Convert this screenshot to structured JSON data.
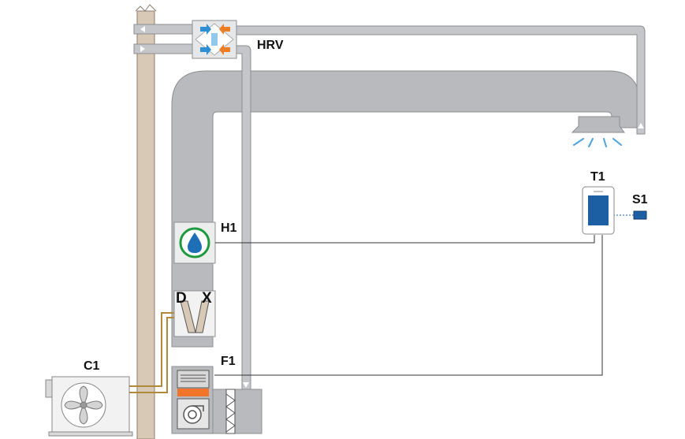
{
  "labels": {
    "hrv": "HRV",
    "t1": "T1",
    "s1": "S1",
    "h1": "H1",
    "d": "D",
    "x": "X",
    "c1": "C1",
    "f1": "F1"
  },
  "components": [
    {
      "id": "hrv",
      "icon": "heat-recovery-ventilator-icon"
    },
    {
      "id": "t1",
      "icon": "thermostat-icon"
    },
    {
      "id": "s1",
      "icon": "outdoor-sensor-icon"
    },
    {
      "id": "h1",
      "icon": "humidifier-water-drop-icon"
    },
    {
      "id": "dx",
      "icon": "dx-evaporator-coil-icon"
    },
    {
      "id": "c1",
      "icon": "condenser-fan-icon"
    },
    {
      "id": "f1",
      "icon": "furnace-blower-icon"
    }
  ],
  "colors": {
    "duct": "#b8babd",
    "duct_edge": "#8c8e91",
    "wall": "#d8c9b6",
    "wall_edge": "#8a7c6c",
    "drop_blue": "#1f6fb7",
    "drop_ring": "#1e9a3c",
    "arrow_orange": "#ee7d23",
    "arrow_blue": "#2f8fd3",
    "thermostat_screen": "#1d5fa3",
    "flame_orange": "#f0742a",
    "copper": "#b08a3a"
  }
}
